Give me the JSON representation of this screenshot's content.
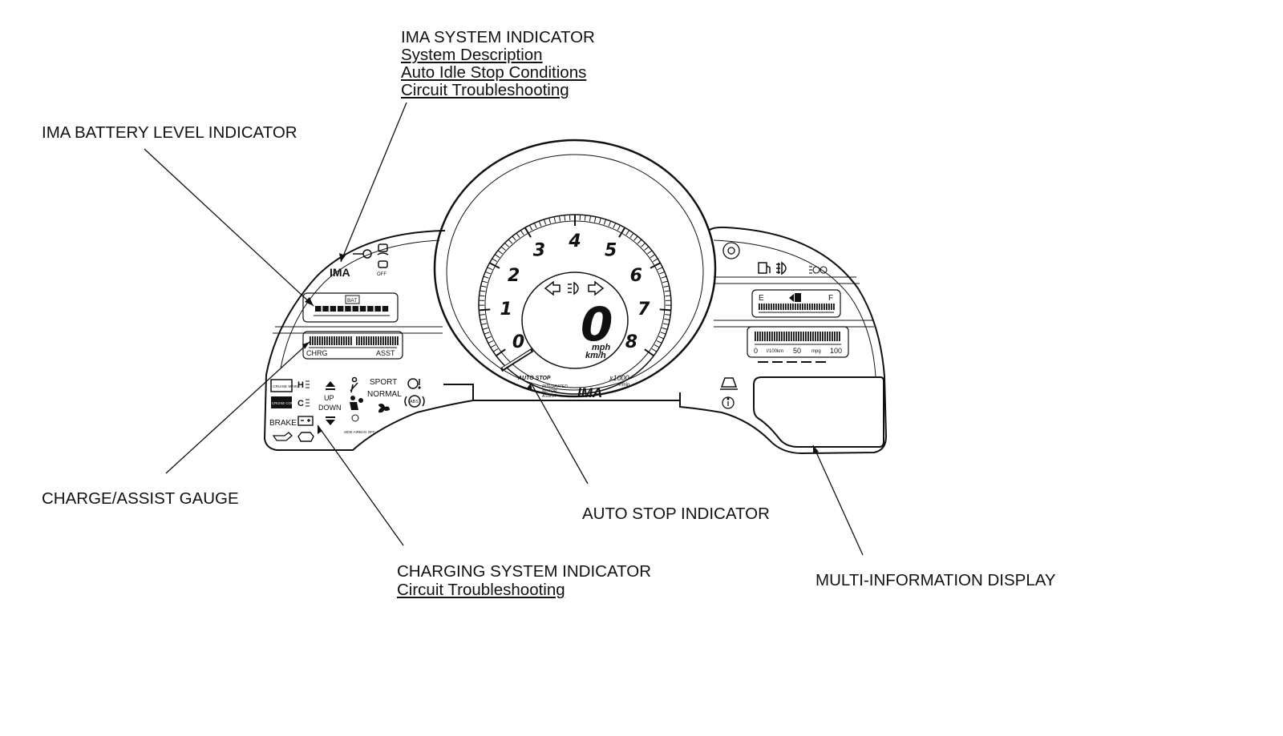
{
  "callouts": {
    "ima_system": {
      "title": "IMA SYSTEM INDICATOR",
      "links": [
        "System Description",
        "Auto Idle Stop Conditions",
        "Circuit Troubleshooting"
      ]
    },
    "battery_level": {
      "title": "IMA BATTERY LEVEL INDICATOR"
    },
    "charge_assist": {
      "title": "CHARGE/ASSIST GAUGE"
    },
    "auto_stop": {
      "title": "AUTO STOP INDICATOR"
    },
    "charging_system": {
      "title": "CHARGING SYSTEM INDICATOR",
      "links": [
        "Circuit Troubleshooting"
      ]
    },
    "multi_info": {
      "title": "MULTI-INFORMATION DISPLAY"
    }
  },
  "cluster": {
    "ima_label": "IMA",
    "off_label": "OFF",
    "bat_label": "BAT",
    "chrg_label": "CHRG",
    "asst_label": "ASST",
    "cruise_main": "CRUISE MAIN",
    "cruise_control": "CRUISE CONTROL",
    "brake": "BRAKE",
    "h_label": "H",
    "c_label": "C",
    "up": "UP",
    "down": "DOWN",
    "sport": "SPORT",
    "normal": "NORMAL",
    "abs": "ABS",
    "side_airbag_off": "SIDE AIRBAG OFF",
    "speed_value": "0",
    "mph": "mph",
    "kmh": "km/h",
    "rpm_x1000": "x1000",
    "rpm_unit": "r/min",
    "auto_stop": "AUTO STOP",
    "integrated": "INTEGRATED",
    "motor": "MOTOR",
    "assist": "ASSIST",
    "ima_logo": "IMA",
    "fuel_e": "E",
    "fuel_f": "F",
    "eco_0": "0",
    "eco_50": "50",
    "eco_100": "100",
    "eco_l100km": "l/100km",
    "eco_mpg": "mpg",
    "tach_numbers": [
      "0",
      "1",
      "2",
      "3",
      "4",
      "5",
      "6",
      "7",
      "8"
    ]
  }
}
